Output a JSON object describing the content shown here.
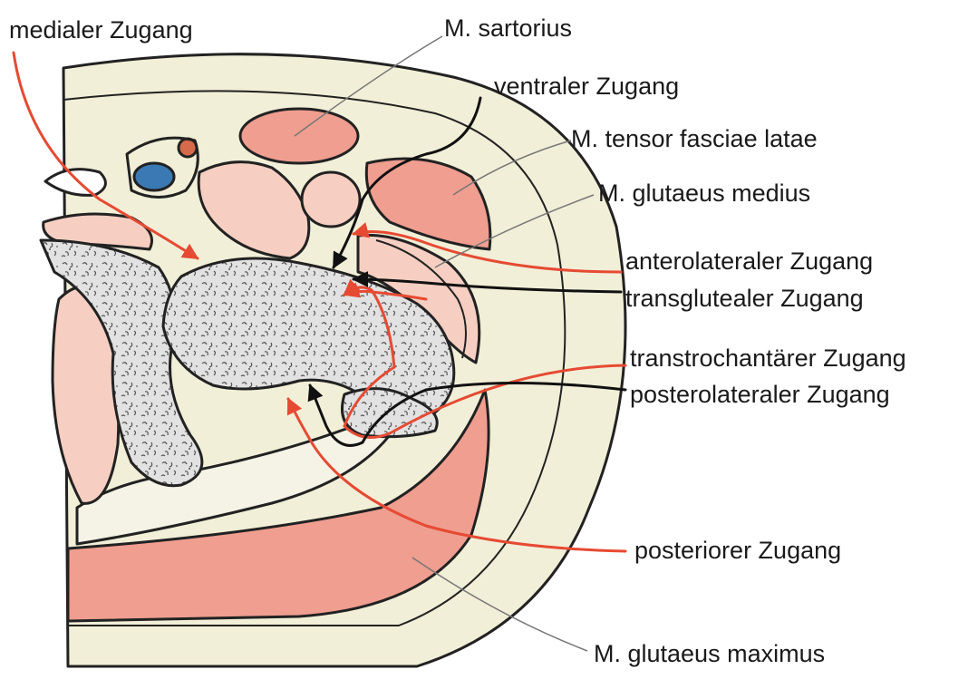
{
  "labels": {
    "medialer_zugang": "medialer Zugang",
    "m_sartorius": "M. sartorius",
    "ventraler_zugang": "ventraler Zugang",
    "m_tensor": "M. tensor fasciae latae",
    "m_glutaeus_medius": "M. glutaeus medius",
    "anterolateraler_zugang": "anterolateraler Zugang",
    "transglutealer_zugang": "transglutealer Zugang",
    "transtrochantaerer_zugang": "transtrochantärer Zugang",
    "posterolateraler_zugang": "posterolateraler Zugang",
    "posteriorer_zugang": "posteriorer Zugang",
    "m_glutaeus_maximus": "M. glutaeus maximus"
  },
  "colors": {
    "skin": "#f2efd8",
    "muscle_light": "#f6cfc2",
    "muscle_medium": "#ef9e90",
    "bone": "#dcdcdc",
    "vein": "#3b79b4",
    "artery": "#d66a4a",
    "approach_red": "#e64a33",
    "approach_black": "#111111"
  }
}
